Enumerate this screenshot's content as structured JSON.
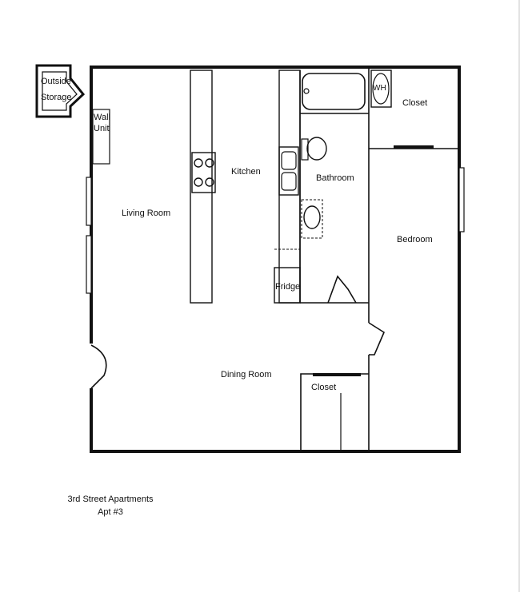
{
  "floorplan": {
    "rooms": {
      "outside_storage": [
        "Outside",
        "Storage"
      ],
      "wall_unit": [
        "Wall",
        "Unit"
      ],
      "kitchen": "Kitchen",
      "living_room": "Living Room",
      "bathroom": "Bathroom",
      "closet_top": "Closet",
      "bedroom": "Bedroom",
      "fridge": "Fridge",
      "water_heater": "WH",
      "dining_room": "Dining Room",
      "closet_bottom": "Closet"
    }
  },
  "caption": {
    "line1": "3rd Street Apartments",
    "line2": "Apt #3"
  }
}
